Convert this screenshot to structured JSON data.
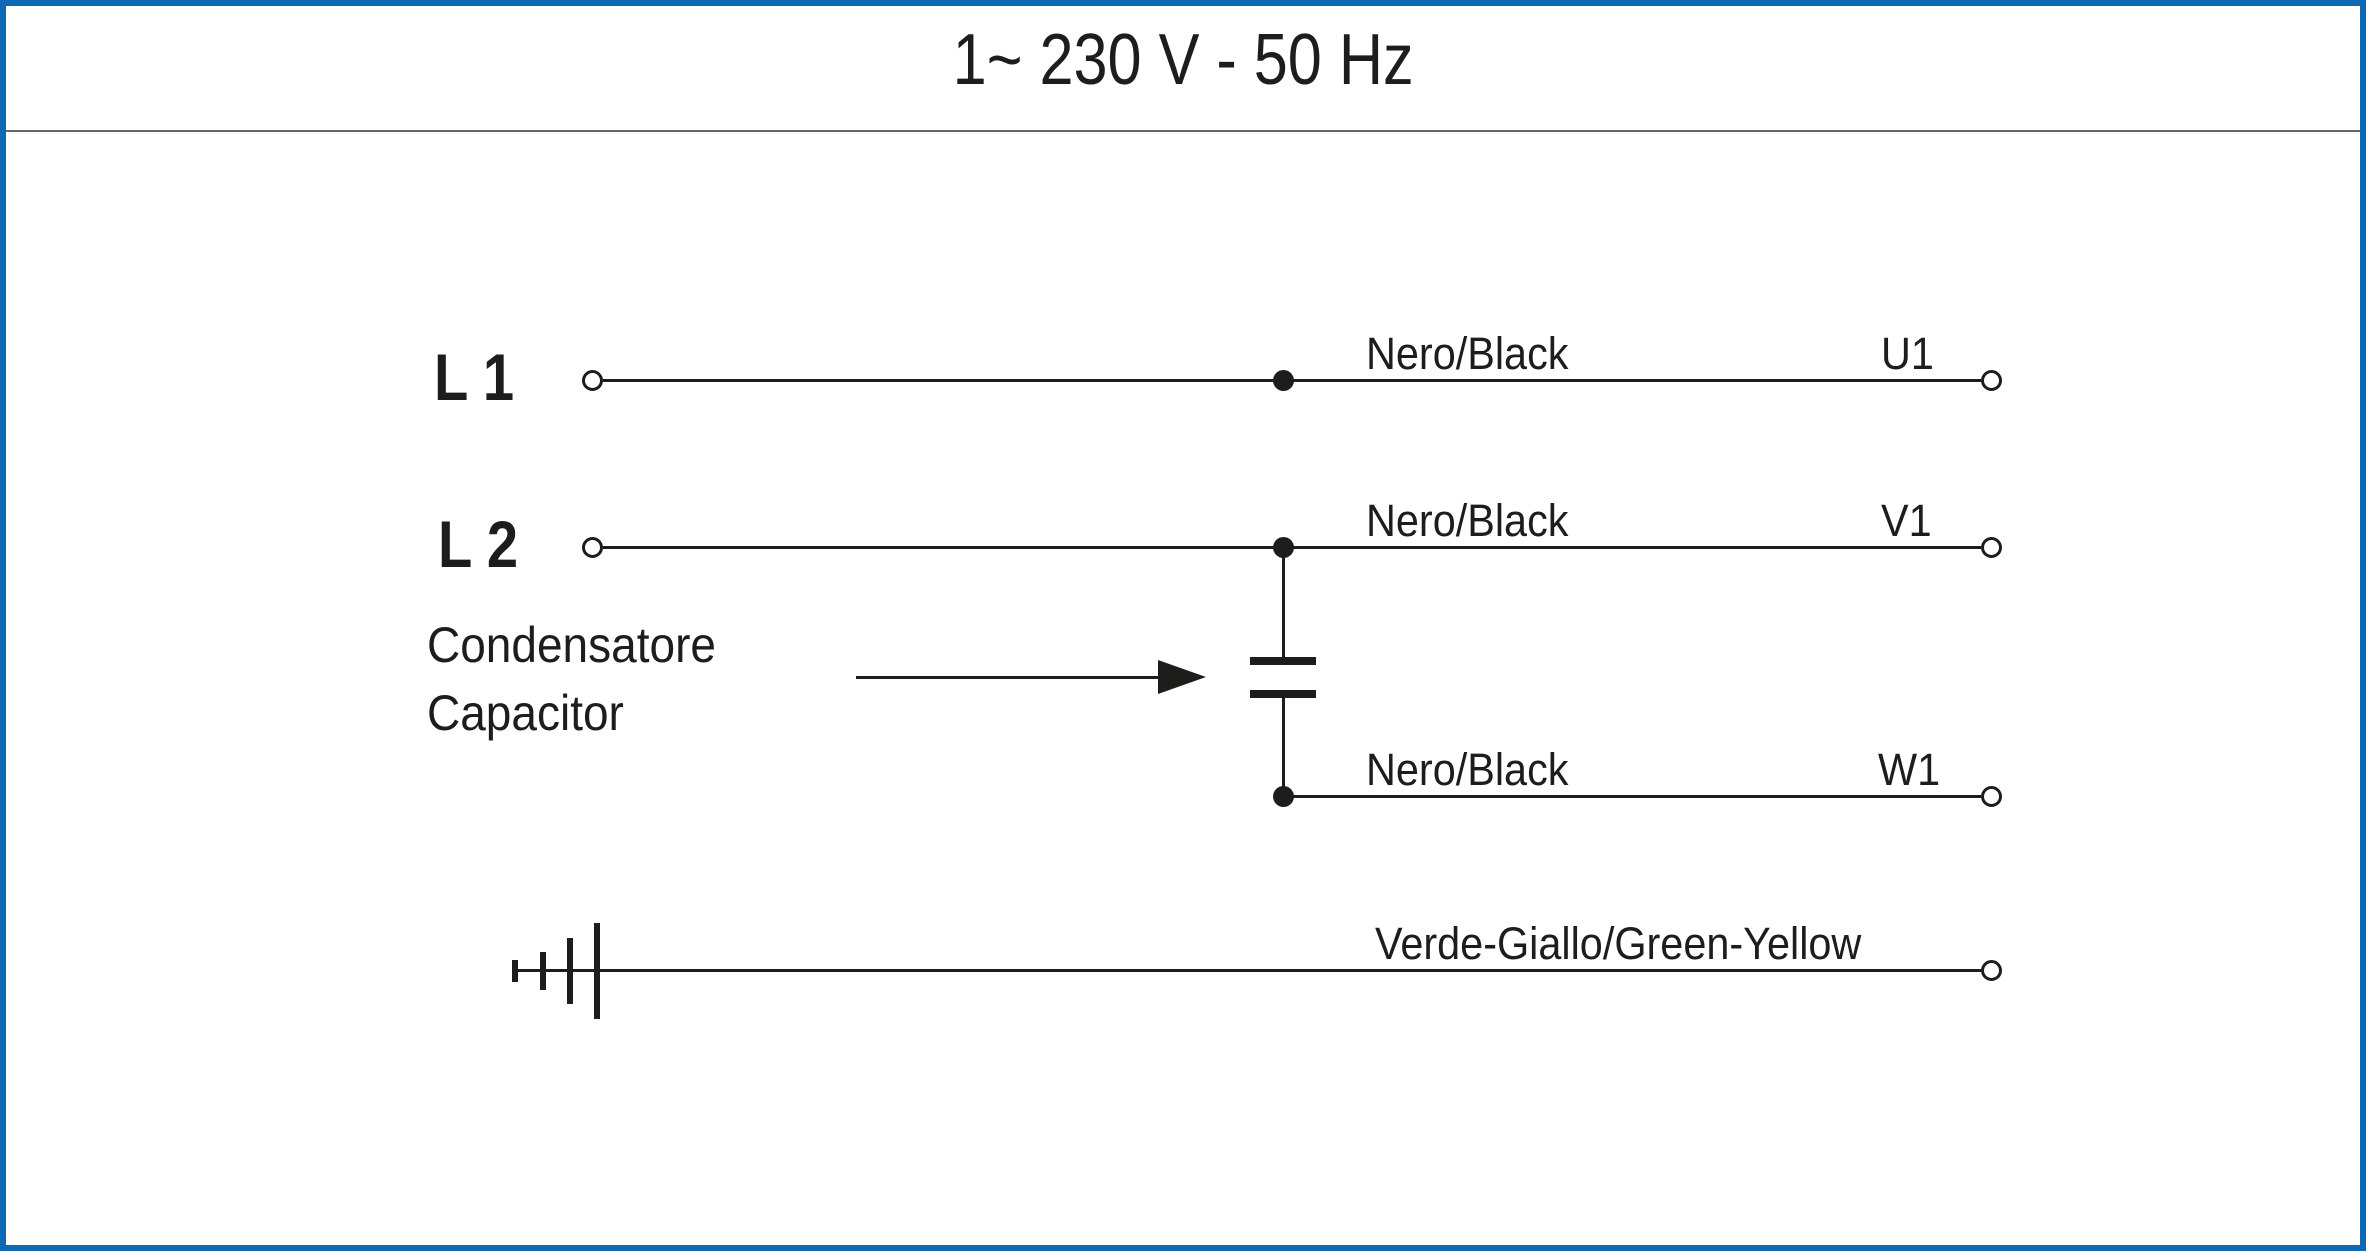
{
  "title": "1~ 230 V - 50 Hz",
  "colors": {
    "frame_border": "#0f68b2",
    "ink": "#1d1d1b",
    "title_divider": "#666666",
    "background": "#ffffff"
  },
  "supply": {
    "l1": {
      "label": "L 1",
      "wire_color": "Nero/Black",
      "motor_terminal": "U1"
    },
    "l2": {
      "label": "L 2",
      "wire_color": "Nero/Black",
      "motor_terminal": "V1"
    },
    "w1": {
      "wire_color": "Nero/Black",
      "motor_terminal": "W1"
    },
    "earth": {
      "wire_color": "Verde-Giallo/Green-Yellow"
    }
  },
  "capacitor": {
    "label_it": "Condensatore",
    "label_en": "Capacitor"
  }
}
